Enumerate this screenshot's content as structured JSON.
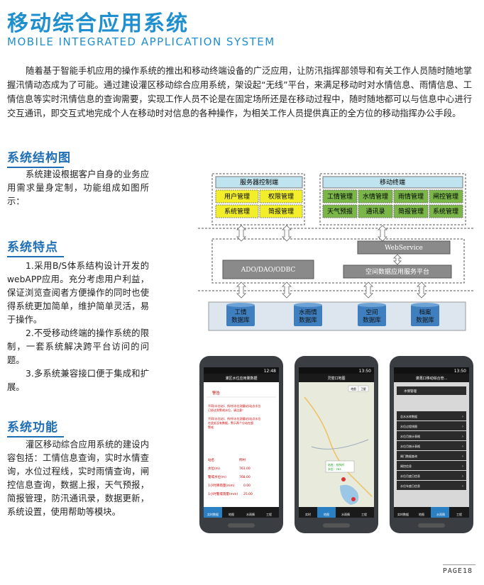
{
  "title_zh": "移动综合应用系统",
  "title_en": "MOBILE INTEGRATED APPLICATION SYSTEM",
  "intro": "随着基于智能手机应用的操作系统的推出和移动终端设备的广泛应用，让防汛指挥部领导和有关工作人员随时随地掌握汛情动态成为了可能。通过建设灌区移动综合应用系统，架设起“无线”平台，来满足移动时对水情信息、雨情信息、工情信息等实时汛情信息的查询需要，实现工作人员不论是在固定场所还是在移动过程中，随时随地都可以与信息中心进行交互通讯，即交互式地完成个人在移动时对信息的各种操作，为相关工作人员提供真正的全方位的移动指挥办公手段。",
  "sections": {
    "structure": {
      "heading": "系统结构图",
      "body": "系统建设根据客户自身的业务应用需求量身定制，功能组成如图所示："
    },
    "features": {
      "heading": "系统特点",
      "items": [
        "1.采用B/S体系结构设计开发的webAPP应用。充分考虑用户利益，保证浏览查阅者方便操作的同时也使得系统更加简单，维护简单灵活，易于操作。",
        "2.不受移动终端的操作系统的限制，一套系统解决跨平台访问的问题。",
        "3.多系统兼容接口便于集成和扩展。"
      ]
    },
    "functions": {
      "heading": "系统功能",
      "body": "灌区移动综合应用系统的建设内容包括：工情信息查询，实时水情查询，水位过程线，实时雨情查询，闸控信息查询，数据上报，天气预报，简报管理，防汛通讯录，数据更新，系统设置，使用帮助等模块。"
    }
  },
  "diagram": {
    "server_title": "服务器控制端",
    "server_items": [
      "用户管理",
      "权限管理",
      "系统管理",
      "简报管理"
    ],
    "mobile_title": "移动终端",
    "mobile_items": [
      "工情管理",
      "水情管理",
      "雨情管理",
      "闸控管理",
      "天气预报",
      "通讯录",
      "简报管理",
      "系统管理"
    ],
    "webservice": "WebService",
    "ado": "ADO/DAO/ODBC",
    "spatial_platform": "空间数据应用服务平台",
    "databases": [
      "工情\n数据库",
      "水雨情\n数据库",
      "空间\n数据库",
      "档案\n数据库"
    ],
    "colors": {
      "header_fill": "#bfe3ef",
      "server_item_fill": "#f2ef2a",
      "mobile_item_fill": "#7ab648",
      "grey_box": "#8a8a8a",
      "db_fill": "#3f7fbf",
      "dashed": "#555555"
    }
  },
  "phones": {
    "phone1": {
      "status_time": "12:48",
      "header": "灌区水位应用量数据",
      "alert_title": "警告",
      "alert_lines": [
        "不同(水位站)、所村(水位测量站)站点水位",
        "已经达到警戒水位，请注意！",
        "不同(水位站)、所村(水位测量站)站点水位",
        "在此处没有数据，警示两个分站在超",
        "警戒"
      ],
      "rows": [
        {
          "k": "站名",
          "v": "所村"
        },
        {
          "k": "水位(m)",
          "v": "763.00"
        },
        {
          "k": "警戒水位(m)",
          "v": "768.00"
        },
        {
          "k": "1小时降雨量(mm)",
          "v": "0.00"
        },
        {
          "k": "1小时警戒雨量(mm)",
          "v": "25.00"
        }
      ],
      "tabs": [
        "实时数据",
        "地图",
        "水雨情",
        "工程"
      ]
    },
    "phone2": {
      "status_time": "13:50",
      "header": "灵璧口地图",
      "map_btns": [
        "地图",
        "卫星"
      ],
      "popup_lines": [
        "站名：东所村",
        "水位：763"
      ],
      "tabs": [
        "实时",
        "地图",
        "水雨情",
        "工程"
      ]
    },
    "phone3": {
      "status_time": "13:50",
      "header": "灌溉口移动综合管...",
      "panel_title": "水情管理",
      "list": [
        "总水水库数据",
        "水位过程线图",
        "水位月统计表格",
        "水位月统计表格",
        "闸门数据查询",
        "闸控信息",
        "水位月度日信息",
        "水位年度日信息"
      ],
      "tabs": [
        "实时数据",
        "地图",
        "水雨情",
        "工程"
      ]
    }
  },
  "page_label": "PAGE18"
}
